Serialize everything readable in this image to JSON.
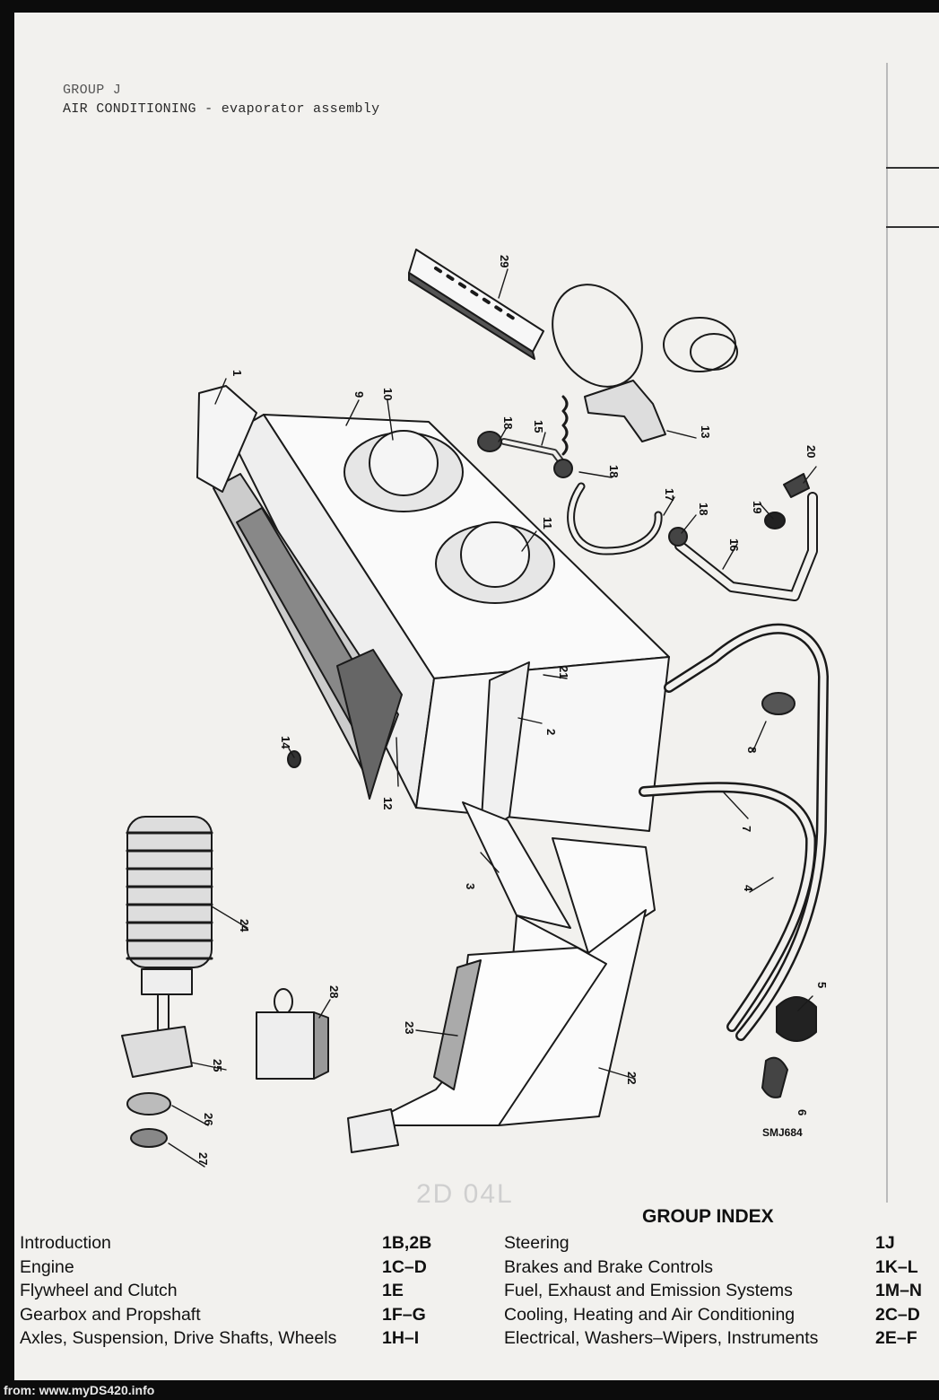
{
  "header": {
    "line1": "GROUP J",
    "line2": "AIR CONDITIONING - evaporator assembly"
  },
  "diagram": {
    "drawing_code": "SMJ684",
    "ghost_code": "2D 04L",
    "callouts": [
      "1",
      "2",
      "3",
      "4",
      "5",
      "6",
      "7",
      "8",
      "9",
      "10",
      "11",
      "12",
      "13",
      "14",
      "15",
      "16",
      "17",
      "18",
      "18",
      "18",
      "19",
      "20",
      "21",
      "22",
      "23",
      "24",
      "25",
      "26",
      "27",
      "28",
      "29"
    ]
  },
  "group_index": {
    "title": "GROUP INDEX",
    "left": [
      {
        "label": "Introduction",
        "page": "1B,2B"
      },
      {
        "label": "Engine",
        "page": "1C–D"
      },
      {
        "label": "Flywheel and Clutch",
        "page": "1E"
      },
      {
        "label": "Gearbox and Propshaft",
        "page": "1F–G"
      },
      {
        "label": "Axles, Suspension, Drive Shafts, Wheels",
        "page": "1H–I"
      }
    ],
    "right": [
      {
        "label": "Steering",
        "page": "1J"
      },
      {
        "label": "Brakes and Brake Controls",
        "page": "1K–L"
      },
      {
        "label": "Fuel, Exhaust and Emission Systems",
        "page": "1M–N"
      },
      {
        "label": "Cooling, Heating and Air Conditioning",
        "page": "2C–D"
      },
      {
        "label": "Electrical, Washers–Wipers, Instruments",
        "page": "2E–F"
      }
    ]
  },
  "footer": {
    "source": "from: www.myDS420.info"
  }
}
